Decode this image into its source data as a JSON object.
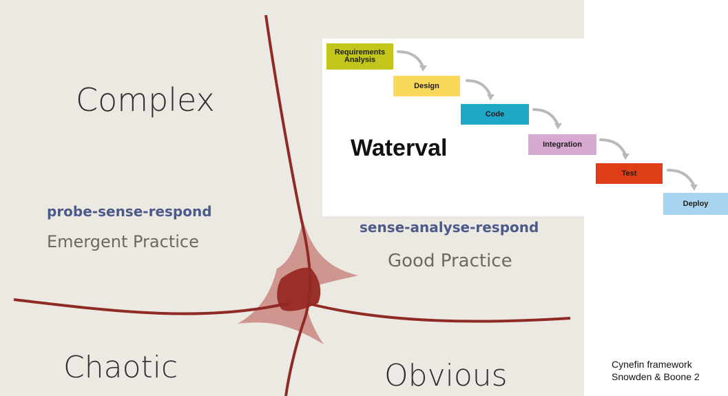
{
  "cynefin": {
    "complex": {
      "title": "Complex",
      "method": "probe-sense-respond",
      "practice": "Emergent Practice"
    },
    "complicated": {
      "method": "sense-analyse-respond",
      "practice": "Good Practice"
    },
    "chaotic": {
      "title": "Chaotic"
    },
    "obvious": {
      "title": "Obvious"
    }
  },
  "waterfall": {
    "title": "Waterval",
    "stages": [
      "Requirements Analysis",
      "Design",
      "Code",
      "Integration",
      "Test",
      "Deploy"
    ],
    "colors": [
      "#c3c61a",
      "#fad85c",
      "#1ea7c6",
      "#d8a9d0",
      "#de3d16",
      "#a8d4f0"
    ]
  },
  "caption": {
    "line1": "Cynefin framework",
    "line2": "Snowden & Boone 2"
  }
}
